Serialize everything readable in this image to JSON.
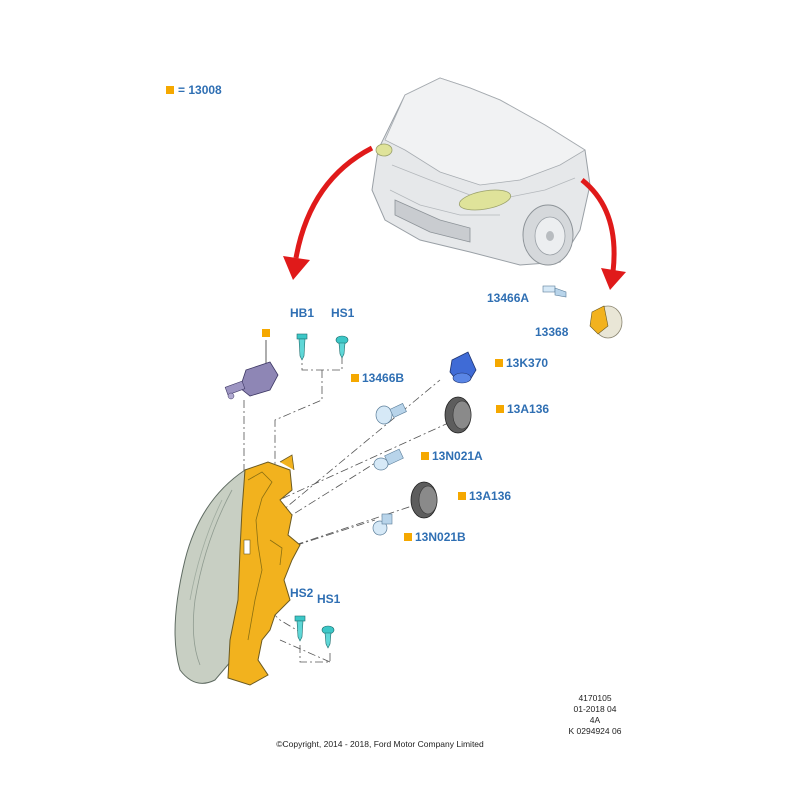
{
  "legend": {
    "marker": "■",
    "text": "= 13008",
    "color": "#f5a800"
  },
  "callouts": {
    "hb1": "HB1",
    "hs1_top": "HS1",
    "p13466B": "13466B",
    "p13K370": "13K370",
    "p13A136_a": "13A136",
    "p13N021A": "13N021A",
    "p13A136_b": "13A136",
    "p13N021B": "13N021B",
    "hs2": "HS2",
    "hs1_bottom": "HS1",
    "p13466A": "13466A",
    "p13368": "13368"
  },
  "info_block": {
    "line1": "4170105",
    "line2": "01-2018 04",
    "line3": "4A",
    "line4": "K 0294924 06"
  },
  "copyright": "©Copyright, 2014 - 2018, Ford Motor Company Limited",
  "colors": {
    "callout_text": "#2f6fb3",
    "marker": "#f5a800",
    "arrow": "#e01a1a",
    "housing": "#f2b21e",
    "fastener": "#3cc7c7"
  }
}
